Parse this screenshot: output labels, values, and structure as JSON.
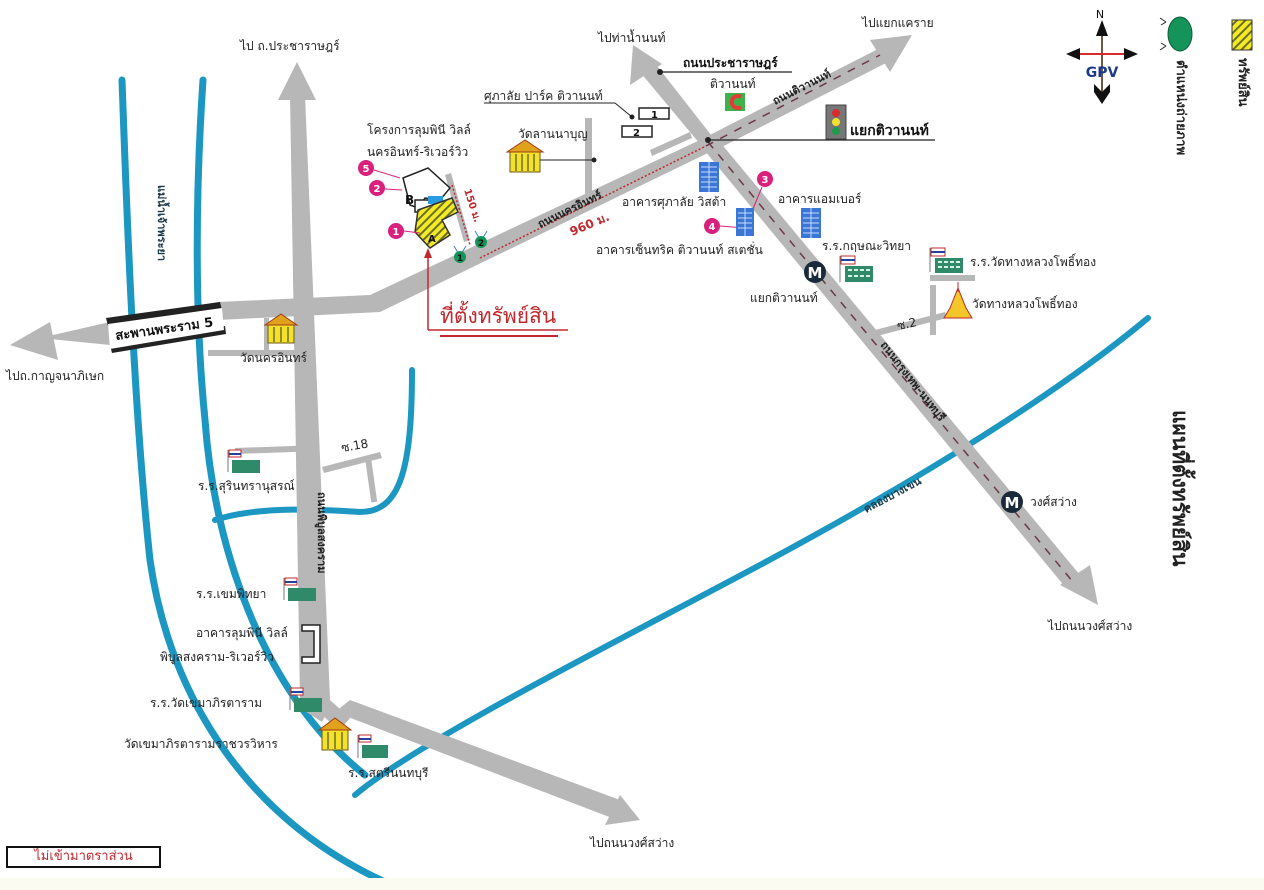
{
  "map": {
    "title": "แผนที่ตั้งทรัพย์สิน",
    "scale_note": "ไม่เข้ามาตราส่วน",
    "asset_location_label": "ที่ตั้งทรัพย์สิน",
    "compass": {
      "north": "N",
      "brand": "GPV"
    },
    "legend": {
      "photo_position": "ตำแหน่งถ่ายภาพ",
      "asset": "ทรัพย์สิน"
    },
    "colors": {
      "road": "#b7b7b7",
      "river": "#1b97c2",
      "asset_fill": "#f3ea26",
      "marker_pink": "#d9207c",
      "marker_green": "#14935a",
      "accent_red": "#c0282d",
      "building_blue": "#3a76d6",
      "metro": "#1b2a3a"
    },
    "directions": {
      "to_pracharat": "ไป ถ.ประชาราษฎร์",
      "to_tha_nam_non": "ไปท่าน้ำนนท์",
      "to_khae_rai": "ไปแยกแคราย",
      "to_kanchanaphisek": "ไปถ.กาญจนาภิเษก",
      "to_ngamwongwan_se": "ไปถนนวงศ์สว่าง",
      "to_ngamwongwan_s": "ไปถนนวงศ์สว่าง"
    },
    "roads": {
      "pracharat": "ถนนประชาราษฎร์",
      "tiwanon": "ถนนติวานนท์",
      "nakhon_in": "ถนนนครอินทร์",
      "krungthep_nonthaburi": "ถนนกรุงเทพ-นนทบุรี",
      "phibun_songkhram": "ถนนพิบูลสงคราม",
      "soi_18": "ซ.18",
      "soi_2": "ซ.2"
    },
    "water": {
      "chao_phraya": "แม่น้ำเจ้าพระยา",
      "khlong_bang_khen": "คลองบางเขน"
    },
    "bridge": "สะพานพระราม 5",
    "distances": {
      "d960": "960 ม.",
      "d150": "150 ม."
    },
    "places": {
      "tiwanon_junction": "แยกติวานนท์",
      "tiwanon_mall": "ติวานนท์",
      "supalai_park": "ศุภาลัย ปาร์ค ติวานนท์",
      "wat_lan_na_bun": "วัดลานนาบุญ",
      "lumpini_project_1": "โครงการลุมพินี วิลล์",
      "lumpini_project_2": "นครอินทร์-ริเวอร์วิว",
      "supalai_vista": "อาคารศุภาลัย วิสต้า",
      "centric": "อาคารเซ็นทริค ติวานนท์ สเตชั่น",
      "amber": "อาคารแอมเบอร์",
      "krisana_school": "ร.ร.กฤษณะวิทยา",
      "metro_tiwanon": "แยกติวานนท์",
      "wat_thang_luang_school": "ร.ร.วัดทางหลวงโพธิ์ทอง",
      "wat_thang_luang": "วัดทางหลวงโพธิ์ทอง",
      "metro_wong_sawang": "วงศ์สว่าง",
      "wat_nakhon_in": "วัดนครอินทร์",
      "surintharanusorn": "ร.ร.สุรินทรานุสรณ์",
      "khem_phitthaya": "ร.ร.เขมพิทยา",
      "lumpini_phibun_1": "อาคารลุมพินี วิลล์",
      "lumpini_phibun_2": "พิบูลสงคราม-ริเวอร์วิว",
      "wat_khema_school": "ร.ร.วัดเขมาภิรตาราม",
      "wat_khema": "วัดเขมาภิรตารามราชวรวิหาร",
      "satri_nonthaburi": "ร.ร.สตรีนนทบุรี"
    },
    "building_tags": {
      "a": "A",
      "b": "B",
      "supalai_1": "1",
      "supalai_2": "2"
    },
    "photo_points": [
      "1",
      "2",
      "3",
      "4",
      "5"
    ],
    "camera_points": [
      "1",
      "2"
    ],
    "metro_glyph": "M"
  }
}
